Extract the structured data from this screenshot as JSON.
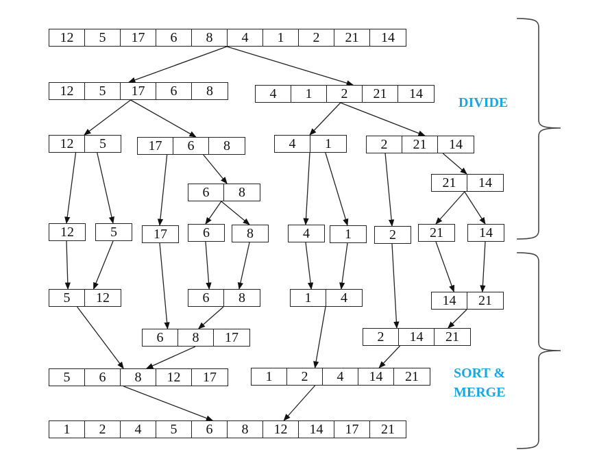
{
  "colors": {
    "label": "#1aa7e0",
    "stroke": "#222222"
  },
  "labels": {
    "divide": "DIVIDE",
    "sort_merge_line1": "SORT &",
    "sort_merge_line2": "MERGE"
  },
  "arrays": {
    "root": [
      "12",
      "5",
      "17",
      "6",
      "8",
      "4",
      "1",
      "2",
      "21",
      "14"
    ],
    "l": [
      "12",
      "5",
      "17",
      "6",
      "8"
    ],
    "r": [
      "4",
      "1",
      "2",
      "21",
      "14"
    ],
    "ll": [
      "12",
      "5"
    ],
    "lr": [
      "17",
      "6",
      "8"
    ],
    "rl": [
      "4",
      "1"
    ],
    "rr": [
      "2",
      "21",
      "14"
    ],
    "lrr": [
      "6",
      "8"
    ],
    "rrr": [
      "21",
      "14"
    ],
    "s12": [
      "12"
    ],
    "s5": [
      "5"
    ],
    "s17": [
      "17"
    ],
    "s6": [
      "6"
    ],
    "s8": [
      "8"
    ],
    "s4": [
      "4"
    ],
    "s1": [
      "1"
    ],
    "s2": [
      "2"
    ],
    "s21": [
      "21"
    ],
    "s14": [
      "14"
    ],
    "m_5_12": [
      "5",
      "12"
    ],
    "m_6_8": [
      "6",
      "8"
    ],
    "m_1_4": [
      "1",
      "4"
    ],
    "m_14_21": [
      "14",
      "21"
    ],
    "m_6_8_17": [
      "6",
      "8",
      "17"
    ],
    "m_2_14_21": [
      "2",
      "14",
      "21"
    ],
    "m_left": [
      "5",
      "6",
      "8",
      "12",
      "17"
    ],
    "m_right": [
      "1",
      "2",
      "4",
      "14",
      "21"
    ],
    "sorted": [
      "1",
      "2",
      "4",
      "5",
      "6",
      "8",
      "12",
      "14",
      "17",
      "21"
    ]
  },
  "edges": [
    [
      "root",
      "l"
    ],
    [
      "root",
      "r"
    ],
    [
      "l",
      "ll"
    ],
    [
      "l",
      "lr"
    ],
    [
      "r",
      "rl"
    ],
    [
      "r",
      "rr"
    ],
    [
      "ll",
      "s12"
    ],
    [
      "ll",
      "s5"
    ],
    [
      "lr",
      "s17"
    ],
    [
      "lr",
      "lrr"
    ],
    [
      "lrr",
      "s6"
    ],
    [
      "lrr",
      "s8"
    ],
    [
      "rl",
      "s4"
    ],
    [
      "rl",
      "s1"
    ],
    [
      "rr",
      "s2"
    ],
    [
      "rr",
      "rrr"
    ],
    [
      "rrr",
      "s21"
    ],
    [
      "rrr",
      "s14"
    ],
    [
      "s12",
      "m_5_12"
    ],
    [
      "s5",
      "m_5_12"
    ],
    [
      "s6",
      "m_6_8"
    ],
    [
      "s8",
      "m_6_8"
    ],
    [
      "s4",
      "m_1_4"
    ],
    [
      "s1",
      "m_1_4"
    ],
    [
      "s21",
      "m_14_21"
    ],
    [
      "s14",
      "m_14_21"
    ],
    [
      "s17",
      "m_6_8_17"
    ],
    [
      "m_6_8",
      "m_6_8_17"
    ],
    [
      "s2",
      "m_2_14_21"
    ],
    [
      "m_14_21",
      "m_2_14_21"
    ],
    [
      "m_5_12",
      "m_left"
    ],
    [
      "m_6_8_17",
      "m_left"
    ],
    [
      "m_1_4",
      "m_right"
    ],
    [
      "m_2_14_21",
      "m_right"
    ],
    [
      "m_left",
      "sorted"
    ],
    [
      "m_right",
      "sorted"
    ]
  ]
}
